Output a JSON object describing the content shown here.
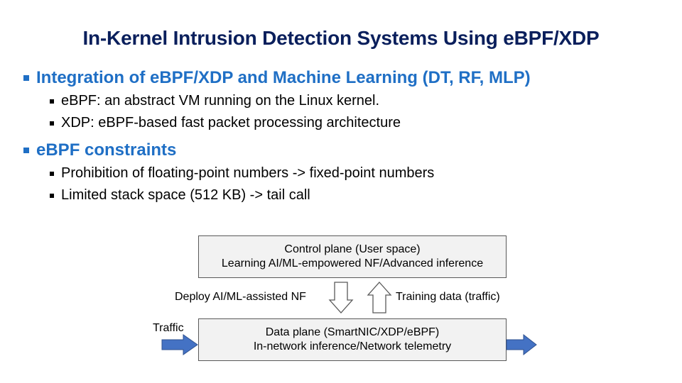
{
  "slide": {
    "title": "In-Kernel Intrusion Detection Systems Using eBPF/XDP",
    "sections": [
      {
        "heading": "Integration of eBPF/XDP and Machine Learning (DT, RF, MLP)",
        "items": [
          "eBPF: an abstract VM running on the Linux kernel.",
          "XDP: eBPF-based fast packet processing architecture"
        ]
      },
      {
        "heading": "eBPF constraints",
        "items": [
          "Prohibition of floating-point numbers -> fixed-point numbers",
          "Limited stack space (512 KB) -> tail call"
        ]
      }
    ]
  },
  "diagram": {
    "control_plane": {
      "line1": "Control plane (User space)",
      "line2": "Learning AI/ML-empowered NF/Advanced inference"
    },
    "data_plane": {
      "line1": "Data plane (SmartNIC/XDP/eBPF)",
      "line2": "In-network inference/Network telemetry"
    },
    "deploy_label": "Deploy AI/ML-assisted NF",
    "training_label": "Training data (traffic)",
    "traffic_label": "Traffic",
    "colors": {
      "traffic_arrow": "#4472c4",
      "box_fill": "#f2f2f2",
      "box_border": "#595959"
    }
  }
}
